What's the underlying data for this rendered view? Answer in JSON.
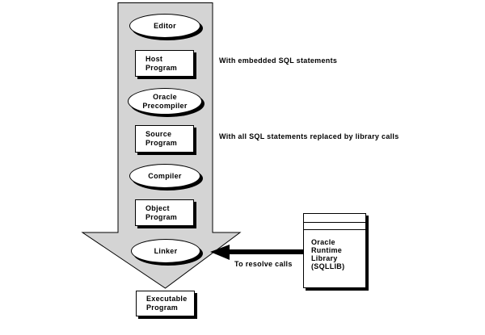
{
  "diagram": {
    "nodes": [
      {
        "id": "editor",
        "shape": "ellipse",
        "label": "Editor"
      },
      {
        "id": "host-program",
        "shape": "box",
        "label": "Host\nProgram"
      },
      {
        "id": "oracle-precompiler",
        "shape": "ellipse",
        "label": "Oracle\nPrecompiler"
      },
      {
        "id": "source-program",
        "shape": "box",
        "label": "Source\nProgram"
      },
      {
        "id": "compiler",
        "shape": "ellipse",
        "label": "Compiler"
      },
      {
        "id": "object-program",
        "shape": "box",
        "label": "Object\nProgram"
      },
      {
        "id": "linker",
        "shape": "ellipse",
        "label": "Linker"
      },
      {
        "id": "executable-program",
        "shape": "box",
        "label": "Executable\nProgram"
      }
    ],
    "annotations": {
      "host_program_note": "With embedded SQL statements",
      "source_program_note": "With all SQL statements replaced by library calls",
      "linker_note": "To resolve calls"
    },
    "library": {
      "label": "Oracle\nRuntime\nLibrary\n(SQLLIB)"
    },
    "colors": {
      "flow_arrow_fill": "#d4d4d4",
      "outline": "#000000",
      "node_fill": "#ffffff",
      "link_arrow": "#000000",
      "background": "#ffffff"
    }
  }
}
